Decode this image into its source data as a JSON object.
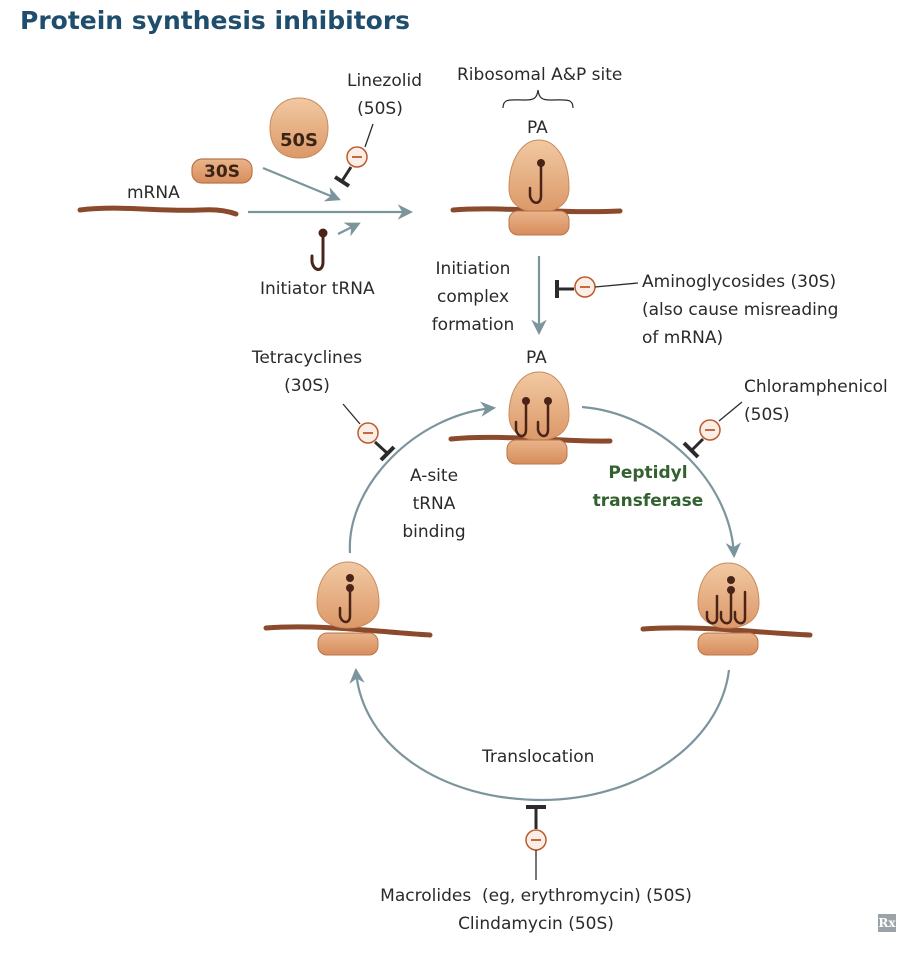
{
  "title": "Protein synthesis inhibitors",
  "labels": {
    "mrna": "mRNA",
    "subunit_50s": "50S",
    "subunit_30s": "30S",
    "linezolid_name": "Linezolid",
    "linezolid_target": "(50S)",
    "ribosomal_site": "Ribosomal A&P site",
    "pa_top": "PA",
    "initiator_trna": "Initiator tRNA",
    "initiation_1": "Initiation",
    "initiation_2": "complex",
    "initiation_3": "formation",
    "aminoglycosides_1": "Aminoglycosides (30S)",
    "aminoglycosides_2": "(also cause misreading",
    "aminoglycosides_3": "of mRNA)",
    "pa_middle": "PA",
    "tetracyclines_name": "Tetracyclines",
    "tetracyclines_target": "(30S)",
    "chloramphenicol_name": "Chloramphenicol",
    "chloramphenicol_target": "(50S)",
    "asite_1": "A-site",
    "asite_2": "tRNA",
    "asite_3": "binding",
    "peptidyl_1": "Peptidyl",
    "peptidyl_2": "transferase",
    "translocation": "Translocation",
    "macrolides": "Macrolides  (eg, erythromycin) (50S)",
    "clindamycin": "Clindamycin (50S)",
    "rx_logo": "Rx"
  },
  "colors": {
    "title": "#1e4d6e",
    "arrow": "#7c959c",
    "mrna": "#8b4a2b",
    "ribosome": "#e0a274",
    "ribosome_dark": "#c98a5c",
    "trna": "#4a2418",
    "inhibitor": "#2b2b2b",
    "inhibitor_circle": "#c0592e",
    "green_label": "#33612f"
  }
}
